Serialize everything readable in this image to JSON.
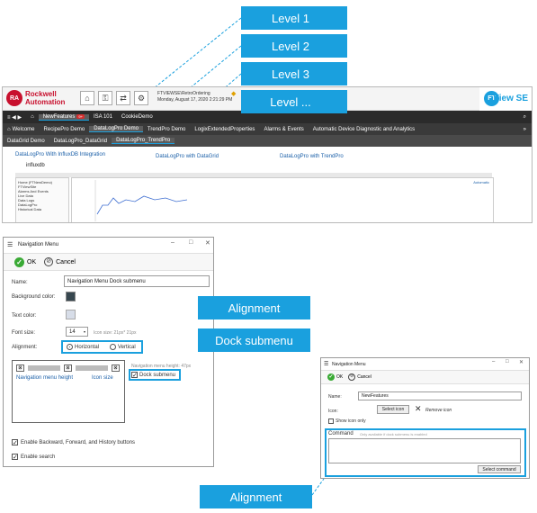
{
  "callouts": {
    "level1": "Level 1",
    "level2": "Level 2",
    "level3": "Level 3",
    "level_more": "Level ...",
    "alignment_top": "Alignment",
    "dock_submenu": "Dock submenu",
    "alignment_bottom": "Alignment"
  },
  "app": {
    "brand_line1": "Rockwell",
    "brand_line2": "Automation",
    "logo_letters": "RA",
    "info_line1": "FTVIEWSE\\RetroOrdering",
    "info_line2": "Monday, August 17, 2020 2:21:29 PM",
    "product_logo": "FT",
    "product_name": "View SE",
    "nav_level1": [
      {
        "label": "NewFeatures",
        "badge": "9+"
      },
      {
        "label": "ISA 101"
      },
      {
        "label": "CookieDemo"
      }
    ],
    "home_label": "Welcome",
    "nav_level2": [
      {
        "label": "RecipePro Demo"
      },
      {
        "label": "DataLogPro Demo"
      },
      {
        "label": "TrendPro Demo"
      },
      {
        "label": "LogixExtendedProperties"
      },
      {
        "label": "Alarms & Events"
      },
      {
        "label": "Automatic Device Diagnostic and Analytics"
      }
    ],
    "nav_level3": [
      {
        "label": "DataGrid Demo"
      },
      {
        "label": "DataLogPro_DataGrid"
      },
      {
        "label": "DataLogPro_TrendPro"
      }
    ],
    "links": {
      "influx_integration": "DataLogPro With InfluxDB Integration",
      "with_datagrid": "DataLogPro with DataGrid",
      "with_trendpro": "DataLogPro with TrendPro"
    },
    "influx_logo": "influxdb",
    "tree_items": [
      "Home (FTNewDemo)",
      "FTViewSite",
      "Alarms And Events",
      "Live Data",
      "Data Logs",
      "DataLogPro",
      "Historical Data"
    ],
    "automatic_label": "Automatic"
  },
  "nav_menu_dialog": {
    "title": "Navigation Menu",
    "ok": "OK",
    "cancel": "Cancel",
    "name_label": "Name:",
    "name_value": "Navigation Menu Dock submenu",
    "background_color_label": "Background color:",
    "background_color": "#37474f",
    "text_color_label": "Text color:",
    "text_color": "#d7dde8",
    "font_size_label": "Font size:",
    "font_size_value": "14",
    "icon_size_hint": "Icon size: 21px* 21px",
    "alignment_label": "Alignment:",
    "alignment_options": [
      "Horizontal",
      "Vertical"
    ],
    "alignment_selected": "Horizontal",
    "preview_menu_height": "Navigation menu height",
    "preview_icon_size": "Icon size",
    "menu_height_hint": "Navigation menu height: 47px",
    "dock_submenu_label": "Dock submenu",
    "dock_submenu_checked": true,
    "enable_nav_buttons": "Enable Backward, Forward, and History buttons",
    "enable_search": "Enable search"
  },
  "nav_item_dialog": {
    "title": "Navigation Menu",
    "ok": "OK",
    "cancel": "Cancel",
    "name_label": "Name:",
    "name_value": "NewFeatures",
    "icon_label": "Icon:",
    "select_icon": "Select icon",
    "remove_icon": "Remove icon",
    "show_icon_only": "Show icon only",
    "command_label": "Command",
    "command_hint": "Only available if dock submenu is enabled",
    "select_command": "Select command"
  },
  "colors": {
    "callout": "#1aa0de",
    "brand_red": "#c8102e",
    "ok_green": "#3aaa35"
  }
}
